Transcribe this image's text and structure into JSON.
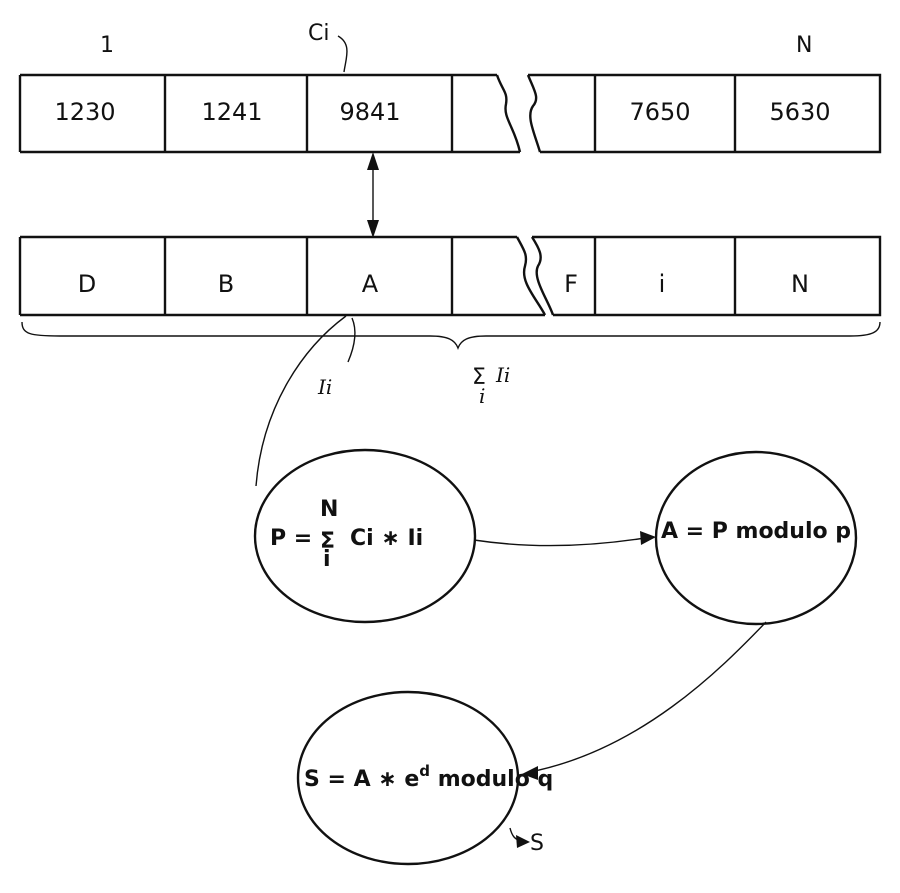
{
  "top_array": {
    "index_first": "1",
    "index_selected": "Ci",
    "index_last": "N",
    "cells": [
      "1230",
      "1241",
      "9841",
      "",
      "",
      "7650",
      "5630"
    ]
  },
  "bottom_array": {
    "cells": [
      "D",
      "B",
      "A",
      "",
      "F",
      "i",
      "N"
    ],
    "element_label": "Ii",
    "sum_symbol": "Σ",
    "sum_index": "i",
    "sum_term": "Ii"
  },
  "nodes": {
    "compute_p": {
      "lhs": "P = ",
      "sum_symbol": "Σ",
      "upper": "N",
      "lower": "i",
      "term": "Ci ∗ Ii"
    },
    "compute_a": {
      "text": "A = P modulo p"
    },
    "compute_s": {
      "lhs": "S = A ∗ e",
      "exponent": "d",
      "rhs": " modulo q"
    }
  },
  "output": {
    "label": "S"
  }
}
